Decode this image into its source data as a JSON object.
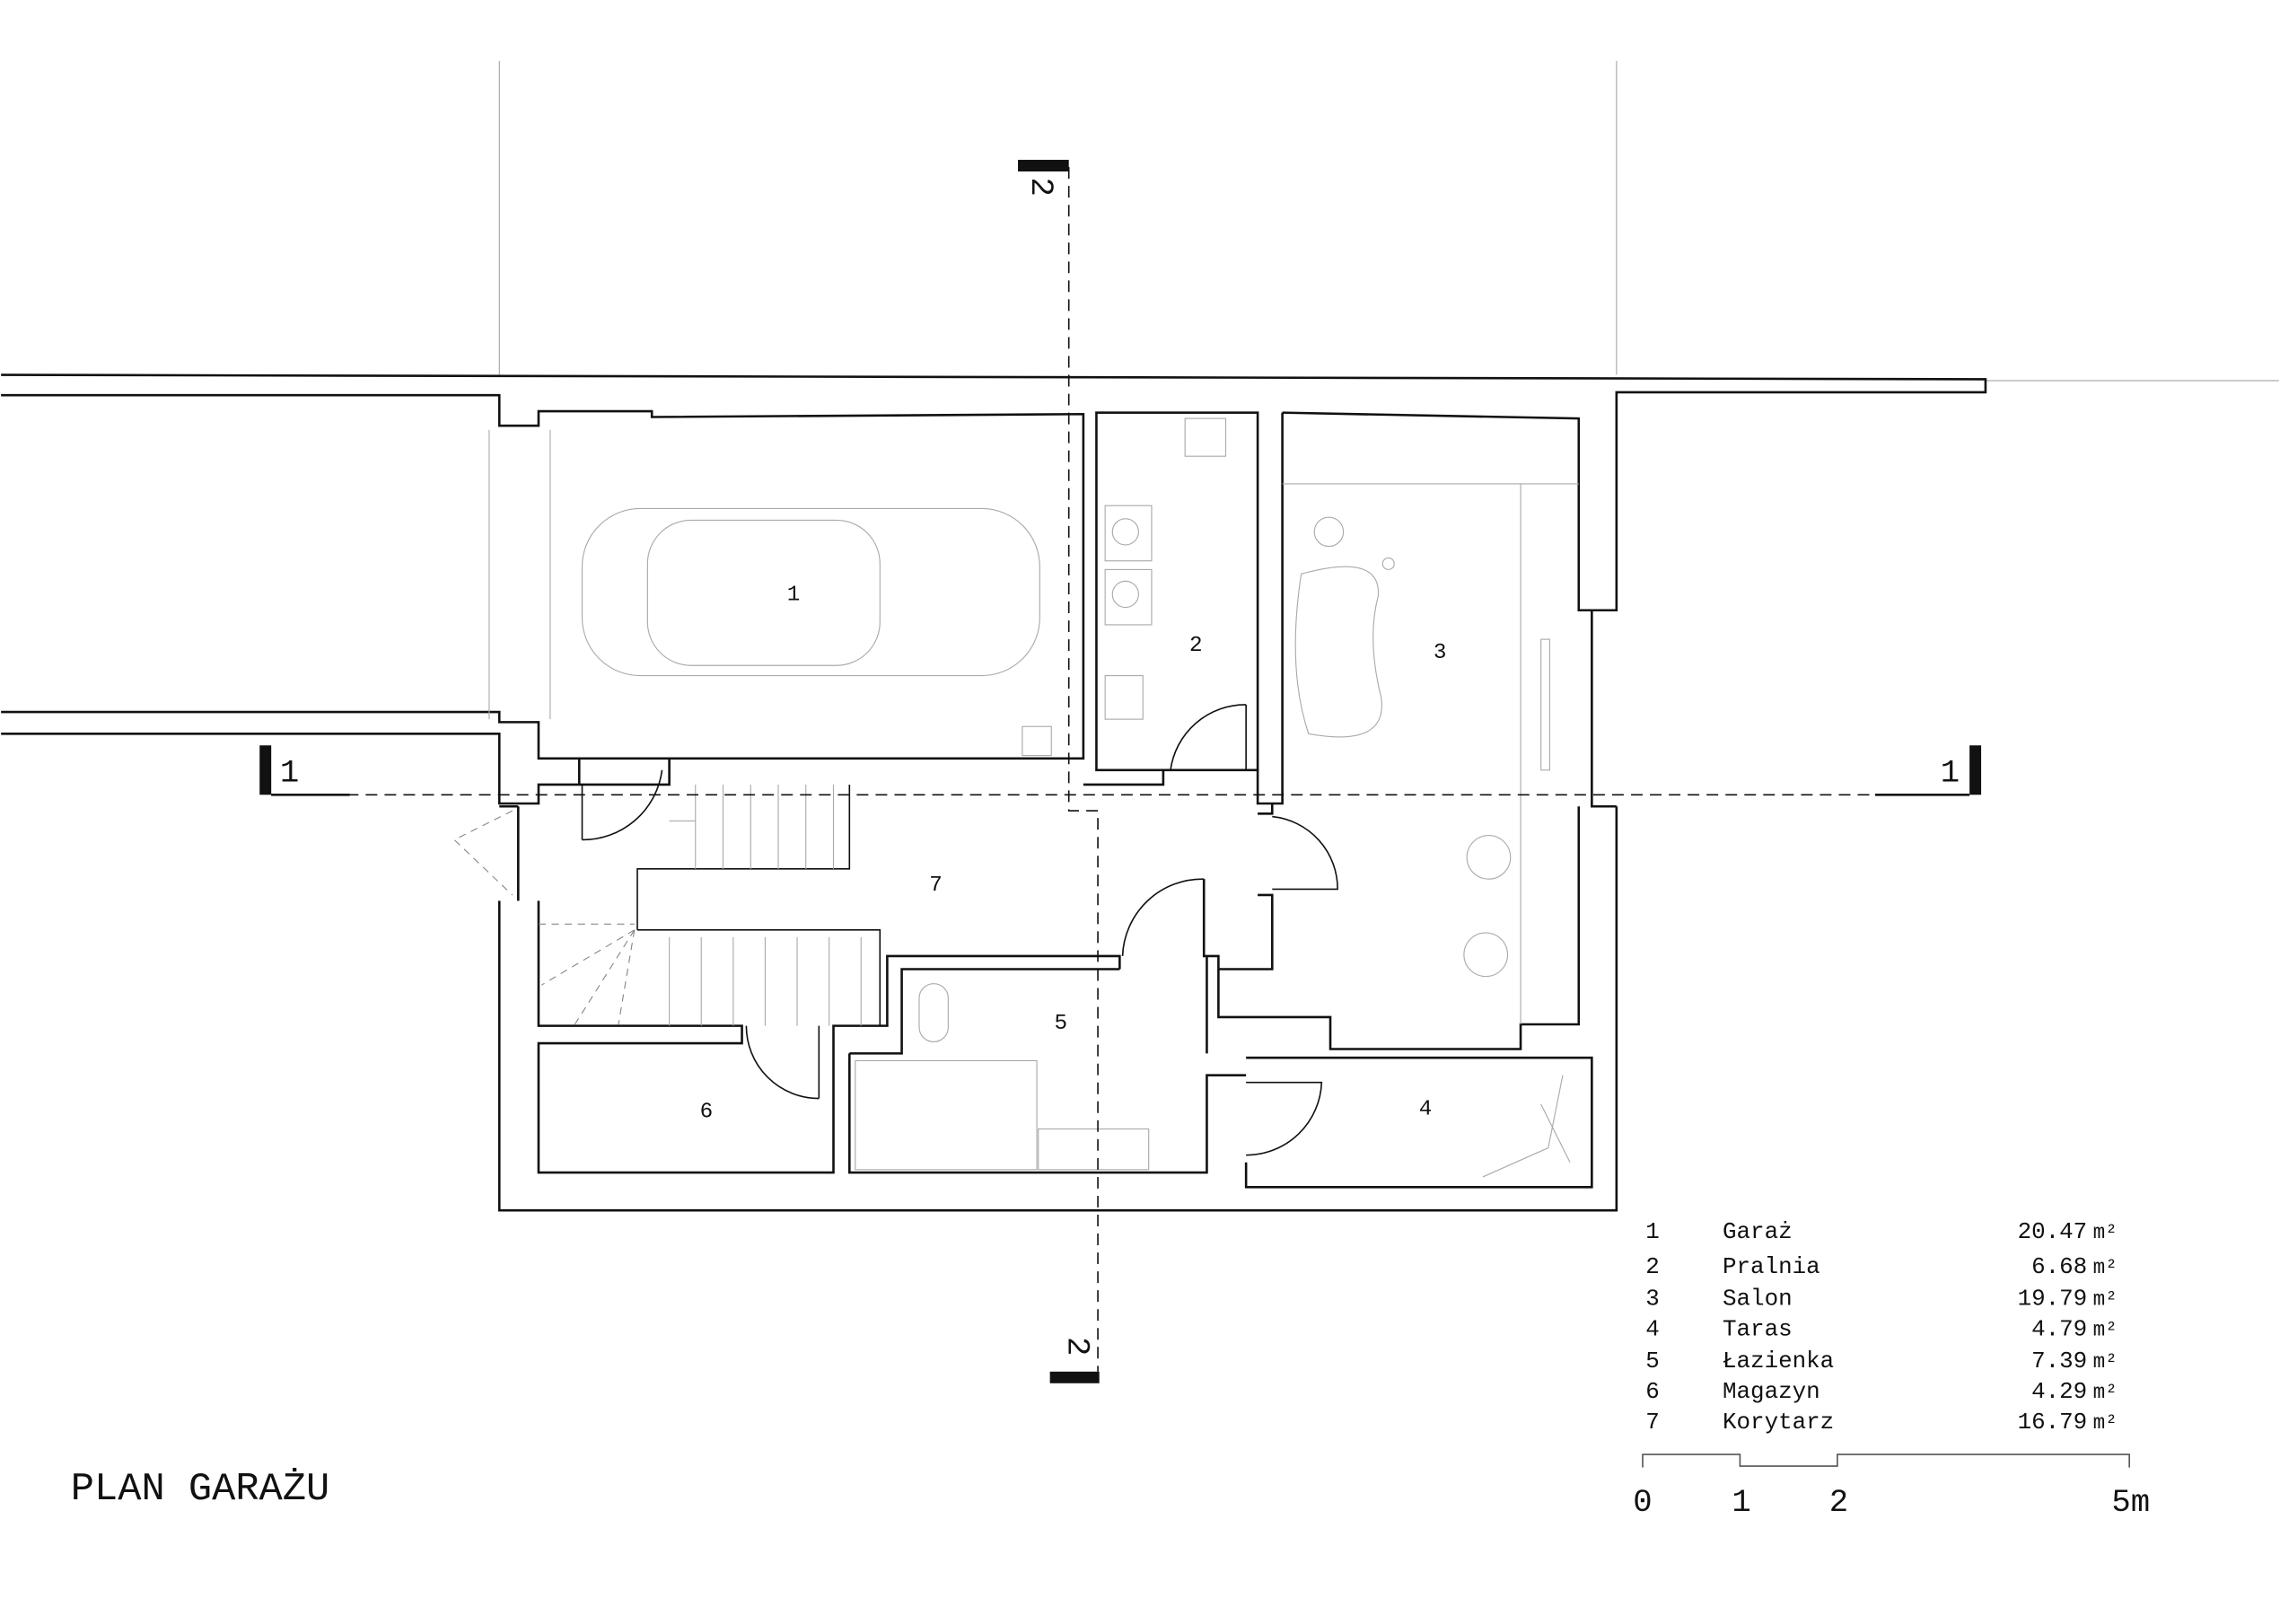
{
  "title": "PLAN GARAŻU",
  "section_markers": {
    "horizontal": "1",
    "vertical": "2"
  },
  "rooms": [
    {
      "number": "1",
      "name": "Garaż",
      "area": "20.47",
      "unit": "m²"
    },
    {
      "number": "2",
      "name": "Pralnia",
      "area": "6.68",
      "unit": "m²"
    },
    {
      "number": "3",
      "name": "Salon",
      "area": "19.79",
      "unit": "m²"
    },
    {
      "number": "4",
      "name": "Taras",
      "area": "4.79",
      "unit": "m²"
    },
    {
      "number": "5",
      "name": "Łazienka",
      "area": "7.39",
      "unit": "m²"
    },
    {
      "number": "6",
      "name": "Magazyn",
      "area": "4.29",
      "unit": "m²"
    },
    {
      "number": "7",
      "name": "Korytarz",
      "area": "16.79",
      "unit": "m²"
    }
  ],
  "scale_bar": {
    "labels": [
      "0",
      "1",
      "2",
      "5m"
    ]
  },
  "colors": {
    "ink": "#111111",
    "furniture": "#aaaaaa"
  }
}
